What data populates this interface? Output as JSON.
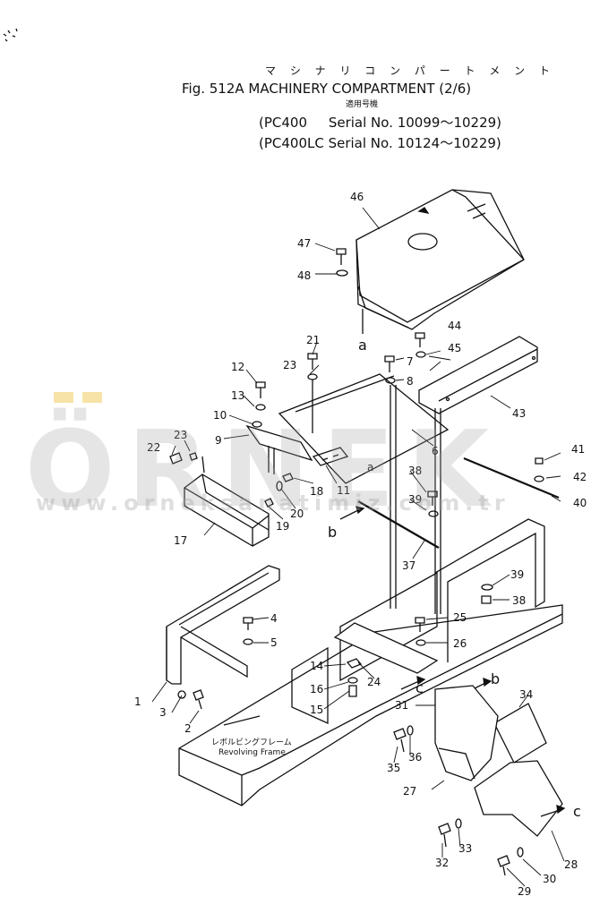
{
  "header": {
    "katakana_title": "マ シ ナ リ  コ ン パ ー ト メ ン ト",
    "figure_title": "Fig. 512A MACHINERY COMPARTMENT (2/6)",
    "applicable_label": "適用号機",
    "serial_line_1": "(PC400     Serial No. 10099～10229)",
    "serial_line_2": "(PC400LC Serial No. 10124～10229)"
  },
  "diagram": {
    "frame_label_jp": "レボルビングフレーム",
    "frame_label_en": "Revolving Frame",
    "connection_letters": [
      "a",
      "b",
      "c"
    ],
    "part_numbers": [
      "1",
      "2",
      "3",
      "4",
      "5",
      "6",
      "7",
      "8",
      "9",
      "10",
      "11",
      "12",
      "13",
      "14",
      "15",
      "16",
      "17",
      "18",
      "19",
      "20",
      "21",
      "22",
      "23",
      "24",
      "25",
      "26",
      "27",
      "28",
      "29",
      "30",
      "31",
      "32",
      "33",
      "34",
      "35",
      "36",
      "37",
      "38",
      "39",
      "40",
      "41",
      "42",
      "43",
      "44",
      "45",
      "46",
      "47",
      "48"
    ]
  },
  "watermark": {
    "text": "ÖRNEK",
    "url": "www.orneksanatimiz.com.tr"
  }
}
